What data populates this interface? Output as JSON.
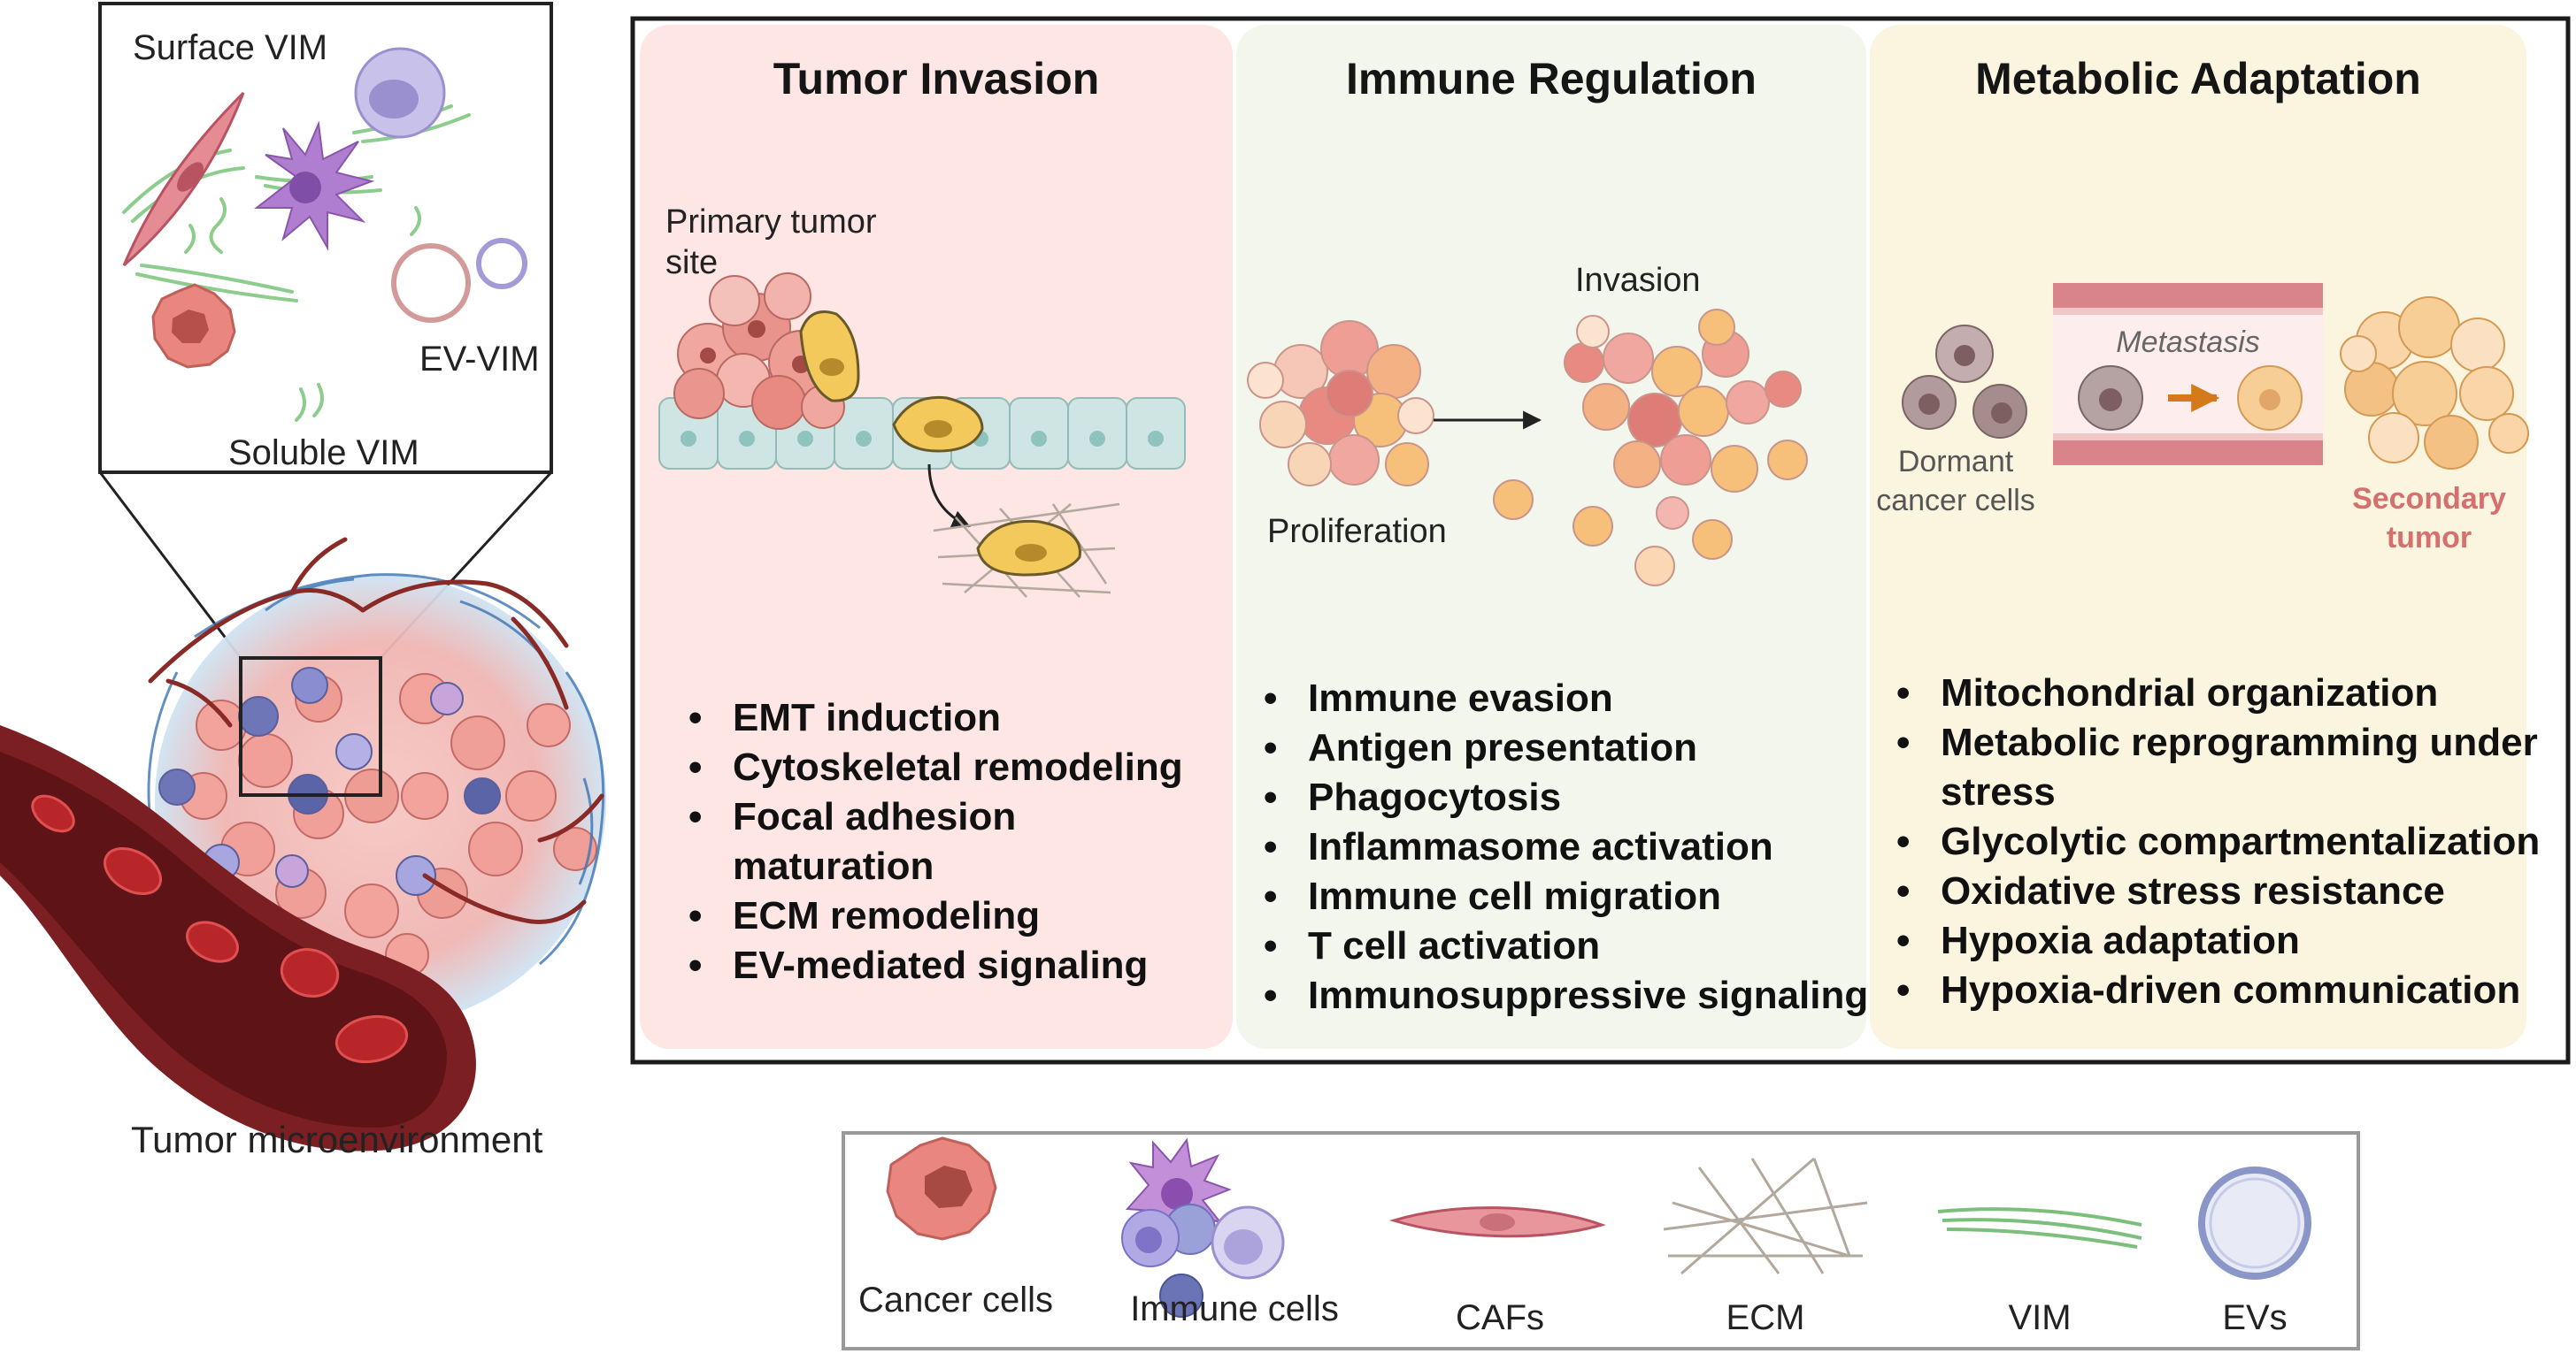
{
  "inset": {
    "surface_vim": "Surface VIM",
    "ev_vim": "EV-VIM",
    "soluble_vim": "Soluble VIM"
  },
  "tme_label": "Tumor microenvironment",
  "panels": [
    {
      "title": "Tumor Invasion",
      "labels": [
        "Primary tumor site"
      ],
      "bullets": [
        "EMT induction",
        "Cytoskeletal remodeling",
        "Focal adhesion maturation",
        "ECM remodeling",
        "EV-mediated signaling"
      ]
    },
    {
      "title": "Immune Regulation",
      "labels": [
        "Invasion",
        "Proliferation"
      ],
      "bullets": [
        "Immune evasion",
        "Antigen presentation",
        "Phagocytosis",
        "Inflammasome activation",
        "Immune cell migration",
        "T cell activation",
        "Immunosuppressive signaling"
      ]
    },
    {
      "title": "Metabolic Adaptation",
      "labels": [
        "Metastasis",
        "Dormant cancer cells",
        "Secondary tumor"
      ],
      "bullets": [
        "Mitochondrial organization",
        "Metabolic reprogramming under stress",
        "Glycolytic compartmentalization",
        "Oxidative stress resistance",
        "Hypoxia adaptation",
        "Hypoxia-driven communication"
      ]
    }
  ],
  "legend": [
    "Cancer cells",
    "Immune cells",
    "CAFs",
    "ECM",
    "VIM",
    "EVs"
  ],
  "colors": {
    "panel_invasion": "#fde6e3",
    "panel_immune": "#f3f6ec",
    "panel_metabolic": "#fbf4de",
    "cancer_cell": "#e8867f",
    "migrating_cell": "#f2c95a",
    "immune_cell": "#a791d8",
    "vessel": "#7b1f22",
    "vim": "#7cbf7c",
    "secondary_tumor_text": "#d4706e"
  },
  "icons": [
    "cancer-cell-icon",
    "immune-cell-icon",
    "caf-icon",
    "ecm-icon",
    "vim-icon",
    "ev-icon",
    "blood-vessel-icon",
    "arrow-icon"
  ]
}
